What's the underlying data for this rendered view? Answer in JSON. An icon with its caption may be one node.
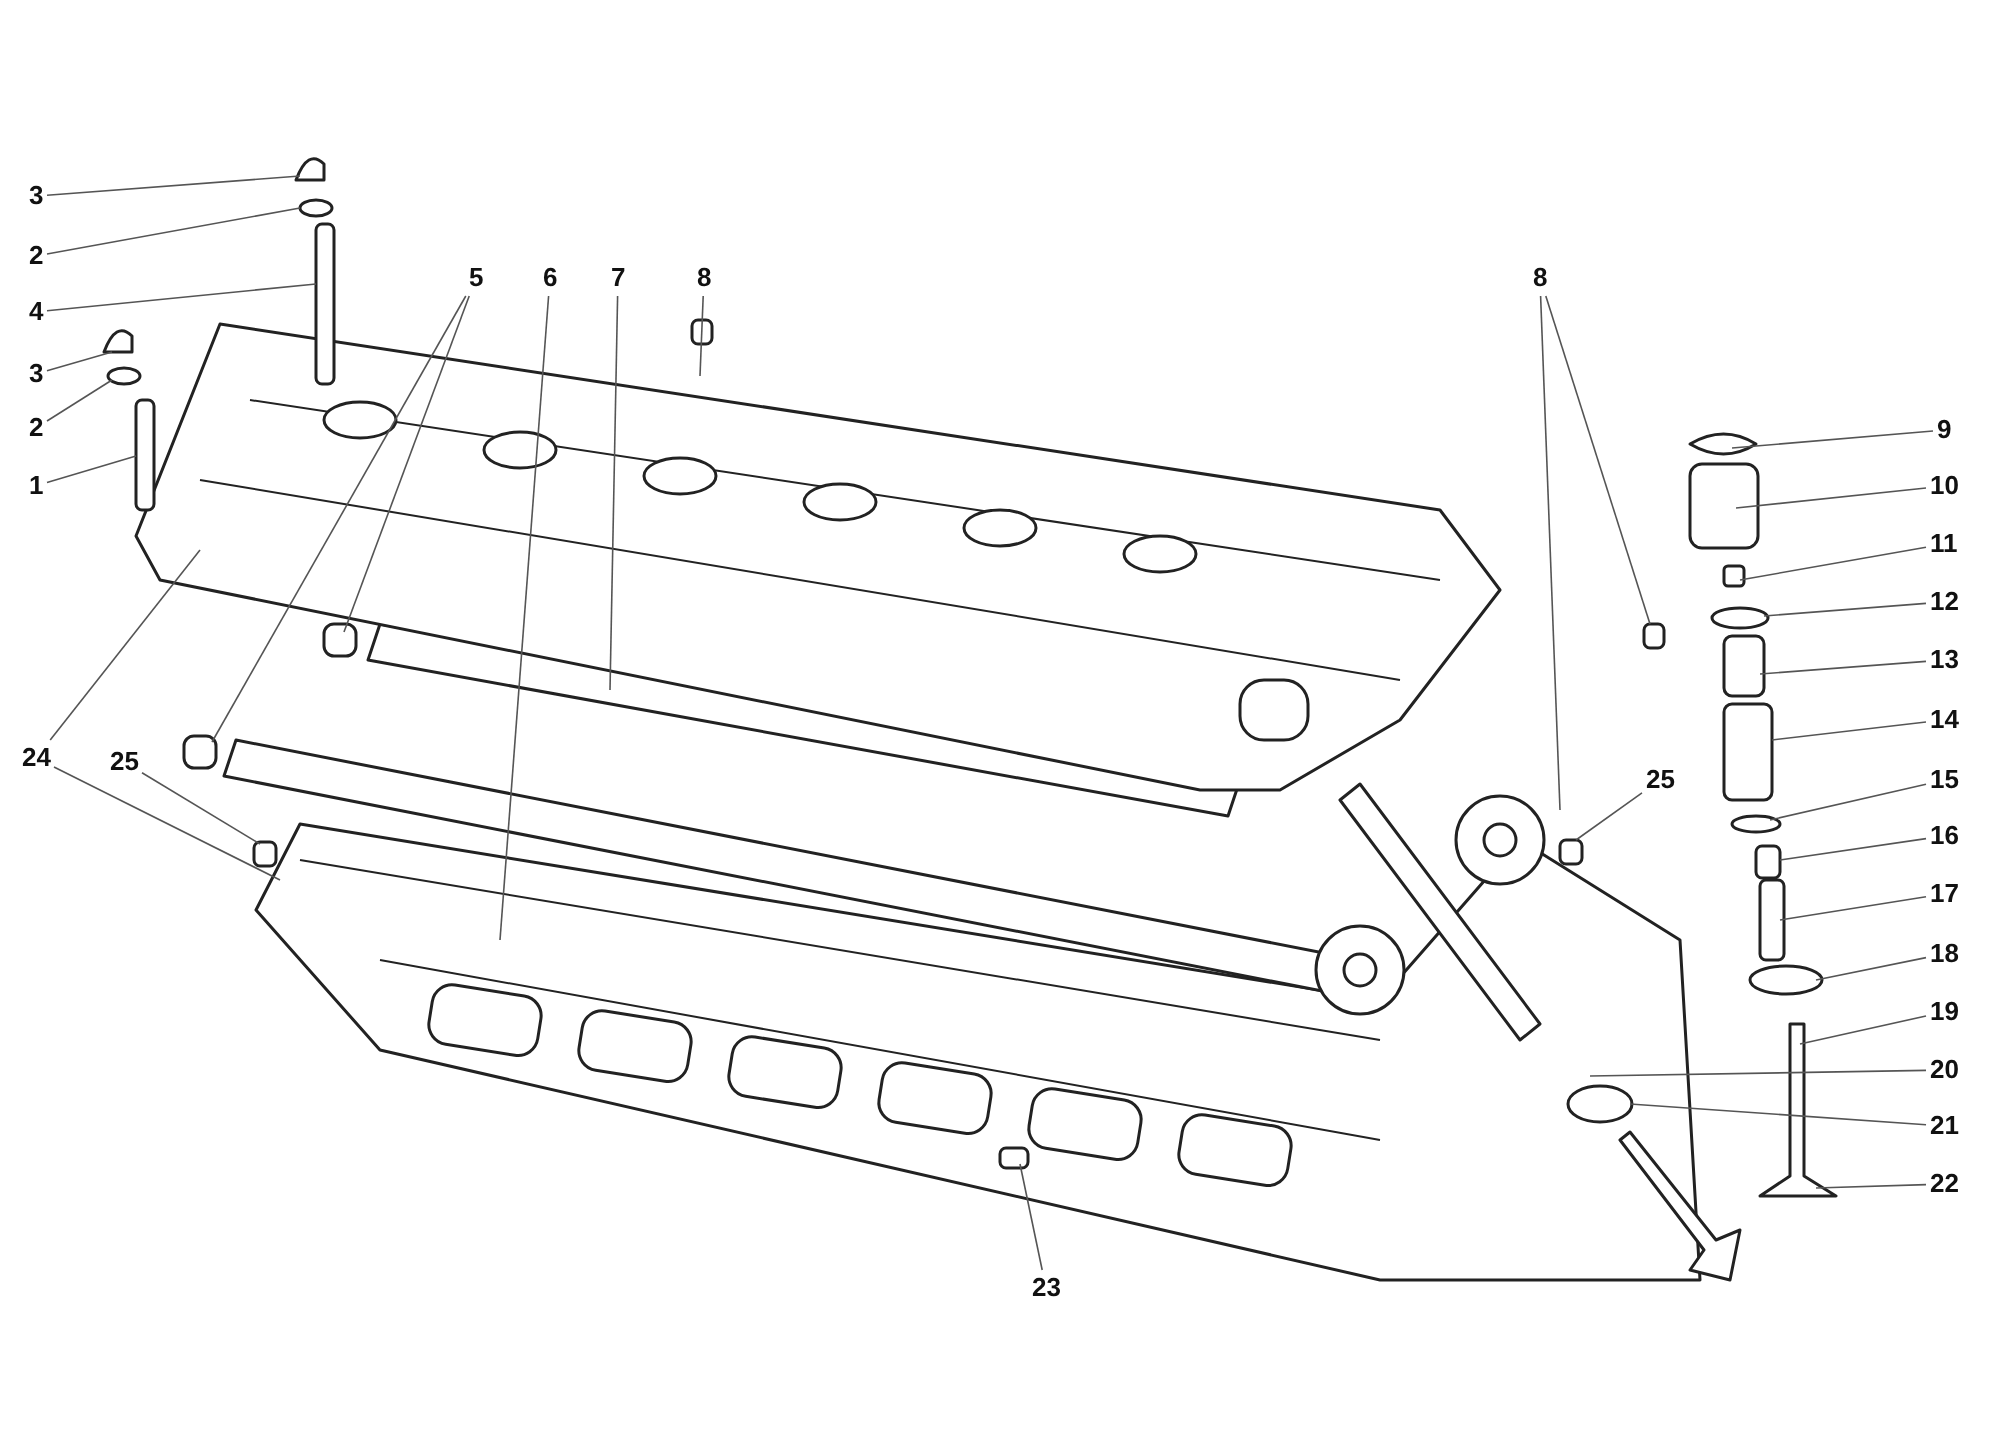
{
  "diagram": {
    "nodes": [
      {
        "text": [
          "3"
        ]
      },
      {
        "text": [
          "2"
        ]
      },
      {
        "text": [
          "4"
        ]
      },
      {
        "text": [
          "3"
        ]
      },
      {
        "text": [
          "2"
        ]
      },
      {
        "text": [
          "1"
        ]
      },
      {
        "text": [
          "5"
        ]
      },
      {
        "text": [
          "6"
        ]
      },
      {
        "text": [
          "7"
        ]
      },
      {
        "text": [
          "8"
        ]
      },
      {
        "text": [
          "8"
        ]
      },
      {
        "text": [
          "9"
        ]
      },
      {
        "text": [
          "10"
        ]
      },
      {
        "text": [
          "11"
        ]
      },
      {
        "text": [
          "12"
        ]
      },
      {
        "text": [
          "13"
        ]
      },
      {
        "text": [
          "14"
        ]
      },
      {
        "text": [
          "15"
        ]
      },
      {
        "text": [
          "16"
        ]
      },
      {
        "text": [
          "17"
        ]
      },
      {
        "text": [
          "18"
        ]
      },
      {
        "text": [
          "19"
        ]
      },
      {
        "text": [
          "20"
        ]
      },
      {
        "text": [
          "21"
        ]
      },
      {
        "text": [
          "22"
        ]
      },
      {
        "text": [
          "24"
        ]
      },
      {
        "text": [
          "25"
        ]
      },
      {
        "text": [
          "25"
        ]
      },
      {
        "text": [
          "23"
        ]
      }
    ],
    "edges": [
      {
        "from": 0,
        "to": null,
        "arrow": "none"
      },
      {
        "from": 1,
        "to": null,
        "arrow": "none"
      },
      {
        "from": 2,
        "to": null,
        "arrow": "none"
      },
      {
        "from": 3,
        "to": null,
        "arrow": "none"
      },
      {
        "from": 4,
        "to": null,
        "arrow": "none"
      },
      {
        "from": 5,
        "to": null,
        "arrow": "none"
      },
      {
        "from": 6,
        "to": null,
        "arrow": "none"
      },
      {
        "from": 6,
        "to": null,
        "arrow": "none"
      },
      {
        "from": 7,
        "to": null,
        "arrow": "none"
      },
      {
        "from": 8,
        "to": null,
        "arrow": "none"
      },
      {
        "from": 9,
        "to": null,
        "arrow": "none"
      },
      {
        "from": 10,
        "to": null,
        "arrow": "none"
      },
      {
        "from": 10,
        "to": null,
        "arrow": "none"
      },
      {
        "from": 11,
        "to": null,
        "arrow": "none"
      },
      {
        "from": 12,
        "to": null,
        "arrow": "none"
      },
      {
        "from": 13,
        "to": null,
        "arrow": "none"
      },
      {
        "from": 14,
        "to": null,
        "arrow": "none"
      },
      {
        "from": 15,
        "to": null,
        "arrow": "none"
      },
      {
        "from": 16,
        "to": null,
        "arrow": "none"
      },
      {
        "from": 17,
        "to": null,
        "arrow": "none"
      },
      {
        "from": 18,
        "to": null,
        "arrow": "none"
      },
      {
        "from": 19,
        "to": null,
        "arrow": "none"
      },
      {
        "from": 20,
        "to": null,
        "arrow": "none"
      },
      {
        "from": 21,
        "to": null,
        "arrow": "none"
      },
      {
        "from": 22,
        "to": null,
        "arrow": "none"
      },
      {
        "from": 23,
        "to": null,
        "arrow": "none"
      },
      {
        "from": 24,
        "to": null,
        "arrow": "none"
      },
      {
        "from": 25,
        "to": null,
        "arrow": "none"
      },
      {
        "from": 25,
        "to": null,
        "arrow": "none"
      },
      {
        "from": 26,
        "to": null,
        "arrow": "none"
      },
      {
        "from": 27,
        "to": null,
        "arrow": "none"
      },
      {
        "from": 28,
        "to": null,
        "arrow": "none"
      }
    ]
  }
}
